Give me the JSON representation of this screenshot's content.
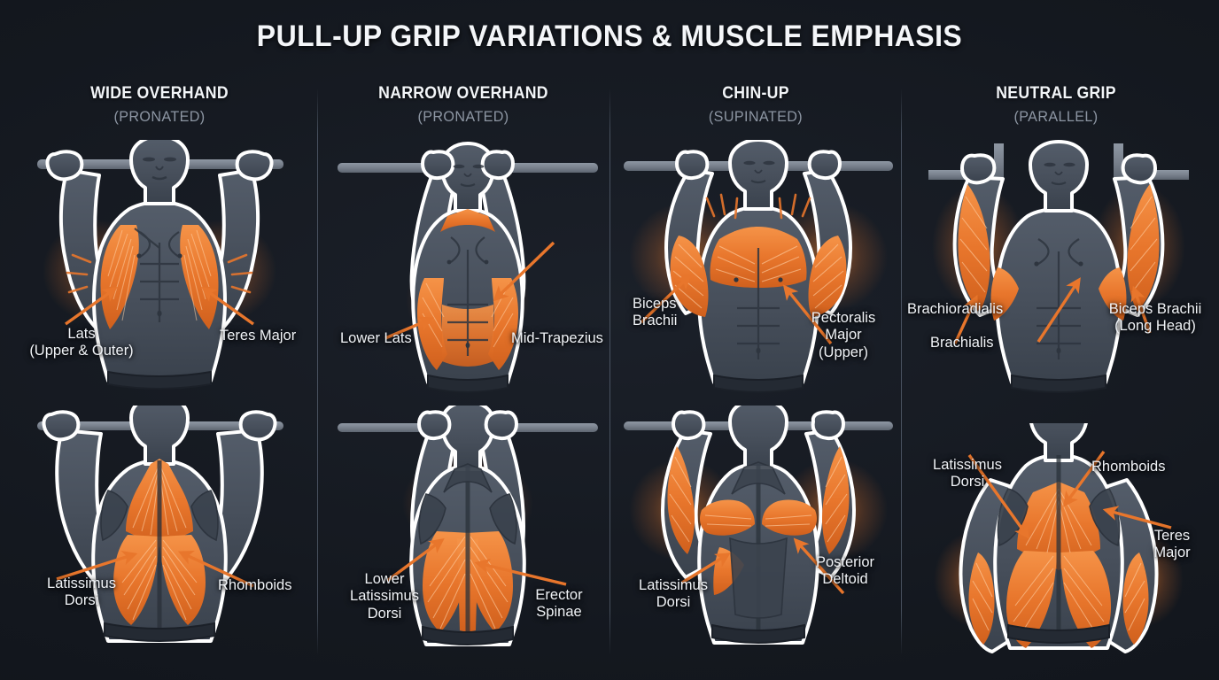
{
  "title": "PULL-UP GRIP VARIATIONS & MUSCLE EMPHASIS",
  "colors": {
    "background": "#14181f",
    "muscle_highlight": "#e8762c",
    "muscle_highlight_light": "#f59348",
    "body_fill": "#4a525e",
    "body_shadow": "#39414c",
    "outline": "#ffffff",
    "bar": "#79818d",
    "text_primary": "#f0f3f7",
    "text_muted": "#8d96a3",
    "arrow": "#e8762c",
    "divider": "#828fa5"
  },
  "columns": [
    {
      "name": "WIDE OVERHAND",
      "grip": "(PRONATED)",
      "front": {
        "view": "front",
        "grip_width": "wide",
        "labels": [
          {
            "text": "Lats\n(Upper & Outer)",
            "align": "center"
          },
          {
            "text": "Teres Major",
            "align": "left"
          }
        ]
      },
      "back": {
        "view": "back",
        "grip_width": "wide",
        "labels": [
          {
            "text": "Latissimus\nDorsi",
            "align": "center"
          },
          {
            "text": "Rhomboids",
            "align": "left"
          }
        ]
      }
    },
    {
      "name": "NARROW OVERHAND",
      "grip": "(PRONATED)",
      "front": {
        "view": "front",
        "grip_width": "narrow",
        "labels": [
          {
            "text": "Lower Lats",
            "align": "left"
          },
          {
            "text": "Mid-Trapezius",
            "align": "left"
          }
        ]
      },
      "back": {
        "view": "back",
        "grip_width": "narrow",
        "labels": [
          {
            "text": "Lower\nLatissimus\nDorsi",
            "align": "center"
          },
          {
            "text": "Erector\nSpinae",
            "align": "center"
          }
        ]
      }
    },
    {
      "name": "CHIN-UP",
      "grip": "(SUPINATED)",
      "front": {
        "view": "front",
        "grip_width": "medium",
        "labels": [
          {
            "text": "Biceps\nBrachii",
            "align": "left"
          },
          {
            "text": "Pectoralis\nMajor\n(Upper)",
            "align": "center"
          }
        ]
      },
      "back": {
        "view": "back",
        "grip_width": "medium",
        "labels": [
          {
            "text": "Latissimus\nDorsi",
            "align": "center"
          },
          {
            "text": "Posterior\nDeltoid",
            "align": "center"
          }
        ]
      }
    },
    {
      "name": "NEUTRAL GRIP",
      "grip": "(PARALLEL)",
      "front": {
        "view": "front",
        "grip_width": "neutral",
        "labels": [
          {
            "text": "Brachioradialis",
            "align": "left"
          },
          {
            "text": "Brachialis",
            "align": "left"
          },
          {
            "text": "Biceps Brachii\n(Long Head)",
            "align": "center"
          }
        ]
      },
      "back": {
        "view": "back",
        "grip_width": "neutral",
        "labels": [
          {
            "text": "Latissimus\nDorsi",
            "align": "center"
          },
          {
            "text": "Rhomboids",
            "align": "left"
          },
          {
            "text": "Teres\nMajor",
            "align": "center"
          }
        ]
      }
    }
  ]
}
